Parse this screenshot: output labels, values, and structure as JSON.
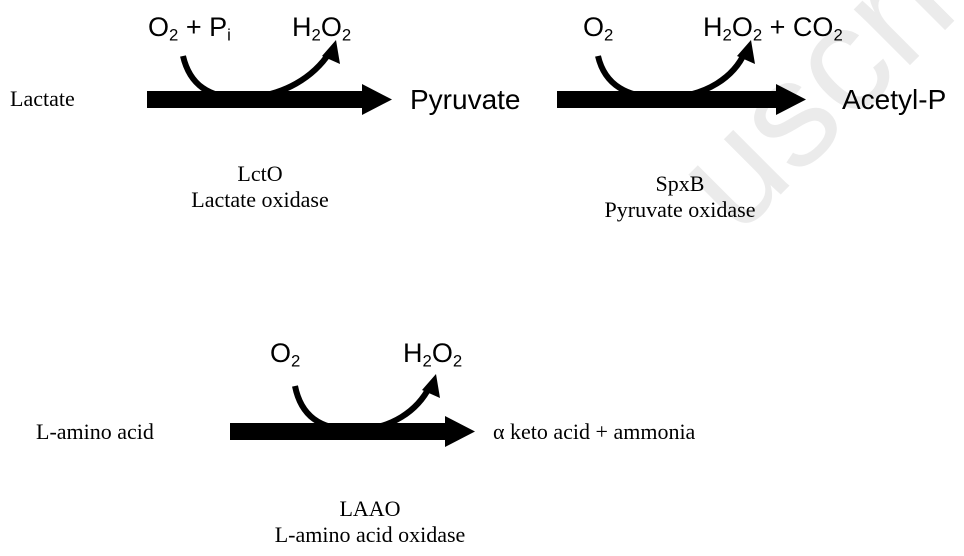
{
  "reaction1": {
    "substrate": "Lactate",
    "cosubstrate": {
      "o": "O",
      "o_sub": "2",
      "plus": "+ P",
      "p_sub": "i"
    },
    "byproduct": {
      "h": "H",
      "h_sub": "2",
      "o": "O",
      "o_sub": "2"
    },
    "product": "Pyruvate",
    "enzyme_abbr": "LctO",
    "enzyme_name": "Lactate oxidase"
  },
  "reaction2": {
    "cosubstrate": {
      "o": "O",
      "o_sub": "2"
    },
    "byproduct": {
      "h": "H",
      "h_sub": "2",
      "o": "O",
      "o_sub": "2",
      "plus": "+ CO",
      "c_sub": "2"
    },
    "product": "Acetyl-P",
    "enzyme_abbr": "SpxB",
    "enzyme_name": "Pyruvate oxidase"
  },
  "reaction3": {
    "substrate": "L-amino acid",
    "cosubstrate": {
      "o": "O",
      "o_sub": "2"
    },
    "byproduct": {
      "h": "H",
      "h_sub": "2",
      "o": "O",
      "o_sub": "2"
    },
    "product": "α keto acid + ammonia",
    "enzyme_abbr": "LAAO",
    "enzyme_name": "L-amino acid oxidase"
  },
  "watermark": "uscri",
  "colors": {
    "ink": "#000000",
    "watermark": "#dcdcdc"
  }
}
